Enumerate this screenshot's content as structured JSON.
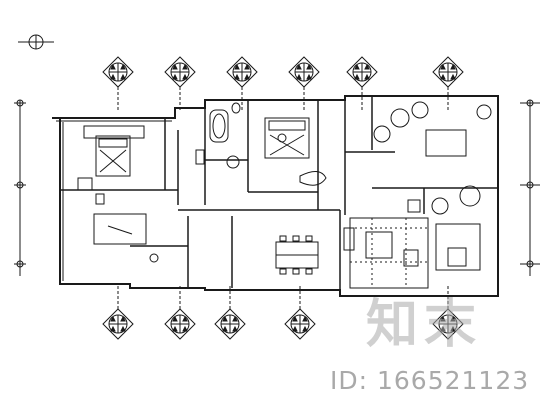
{
  "watermark": {
    "logo_text": "知末",
    "id_label": "ID:",
    "id_value": "166521123"
  },
  "colors": {
    "line": "#1a1a1a",
    "watermark": "#a9a9a9"
  },
  "plan": {
    "north_arrow": "north-arrow-icon",
    "elevation_marker": "elevation-marker-icon"
  }
}
